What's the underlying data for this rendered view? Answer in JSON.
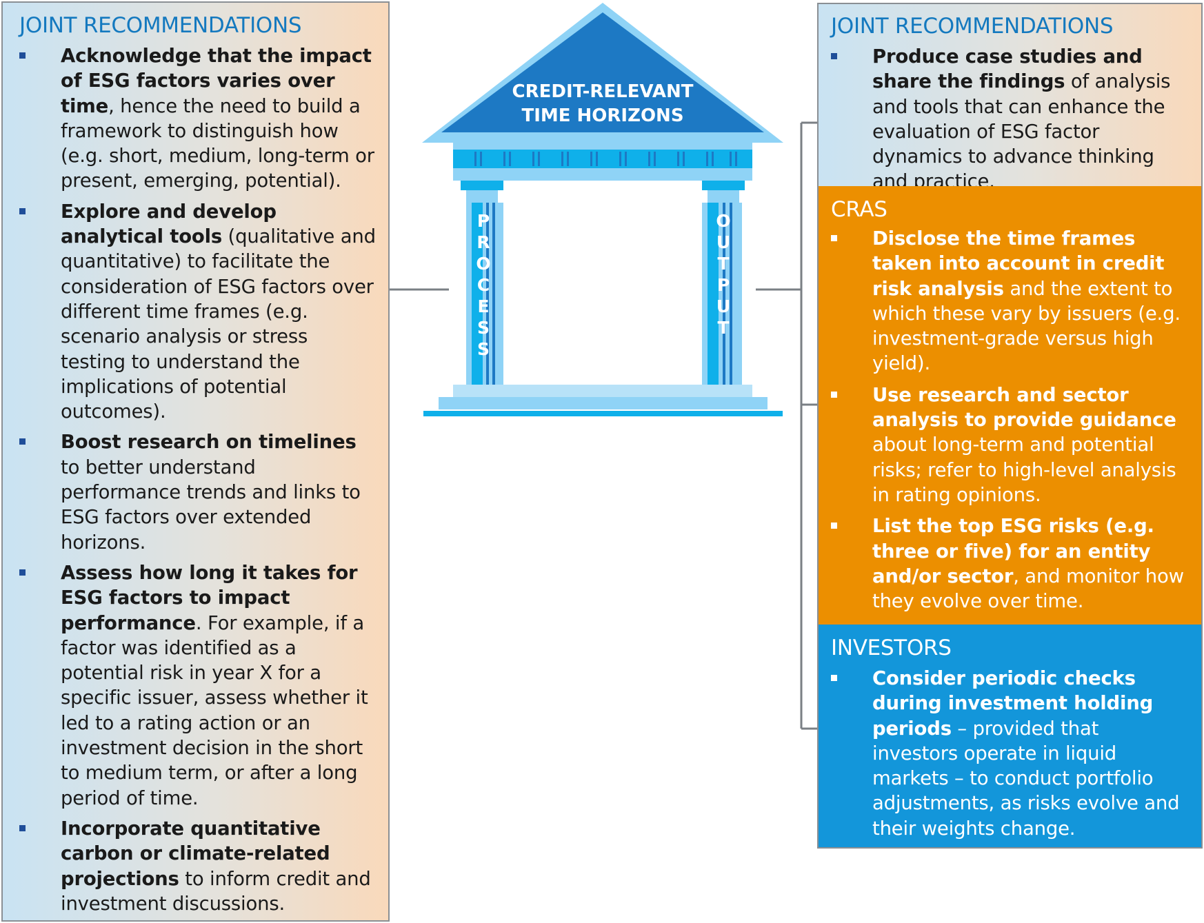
{
  "left_panel": {
    "heading": "JOINT RECOMMENDATIONS",
    "items": [
      {
        "bold": "Acknowledge that the impact of ESG factors varies over time",
        "text": ", hence the need to build a framework to distinguish how (e.g. short, medium, long-term or present, emerging, potential)."
      },
      {
        "bold": "Explore and develop analytical tools",
        "text": " (qualitative and quantitative) to facilitate the consideration of ESG factors over different time frames (e.g. scenario analysis or stress testing to understand the implications of potential outcomes)."
      },
      {
        "bold": "Boost research on timelines",
        "text": " to better understand performance trends and links to ESG factors over extended horizons."
      },
      {
        "bold": "Assess how long it takes for ESG factors to impact performance",
        "text": ". For example, if a factor was identified as a potential risk in year X for a specific issuer, assess whether it led to a rating action or an investment decision in the short to medium term, or after a long period of time."
      },
      {
        "bold": "Incorporate quantitative carbon or climate-related projections",
        "text": " to inform credit and investment discussions."
      }
    ]
  },
  "temple": {
    "title_line1": "CREDIT-RELEVANT",
    "title_line2": "TIME HORIZONS",
    "left_column": [
      "P",
      "R",
      "O",
      "C",
      "E",
      "S",
      "S"
    ],
    "right_column": [
      "O",
      "U",
      "T",
      "P",
      "U",
      "T"
    ]
  },
  "right_joint": {
    "heading": "JOINT RECOMMENDATIONS",
    "items": [
      {
        "bold": "Produce case studies and share the findings",
        "text": " of analysis and tools that can enhance the evaluation of ESG factor dynamics to advance thinking and practice."
      }
    ]
  },
  "cras": {
    "heading": "CRAS",
    "items": [
      {
        "bold": "Disclose the time frames taken into account in credit risk analysis",
        "text": " and the extent to which these vary by issuers (e.g. investment-grade versus high yield)."
      },
      {
        "bold": "Use research and sector analysis to provide guidance",
        "text": " about long-term and potential risks; refer to high-level analysis in rating opinions."
      },
      {
        "bold": "List the top ESG risks (e.g. three or five) for an entity and/or sector",
        "text": ", and monitor how they evolve over time."
      }
    ]
  },
  "investors": {
    "heading": "INVESTORS",
    "items": [
      {
        "bold": "Consider periodic checks during investment holding periods",
        "text": " – provided that investors operate in liquid markets – to conduct portfolio adjustments, as risks evolve and their weights change."
      }
    ]
  },
  "colors": {
    "heading_blue": "#1479bf",
    "bullet_navy": "#1f4e99",
    "cras_orange": "#ec8f00",
    "investors_blue": "#1396da",
    "temple_dark": "#1d79c4",
    "temple_mid": "#0fb0ea",
    "temple_light": "#8fd3f6"
  }
}
